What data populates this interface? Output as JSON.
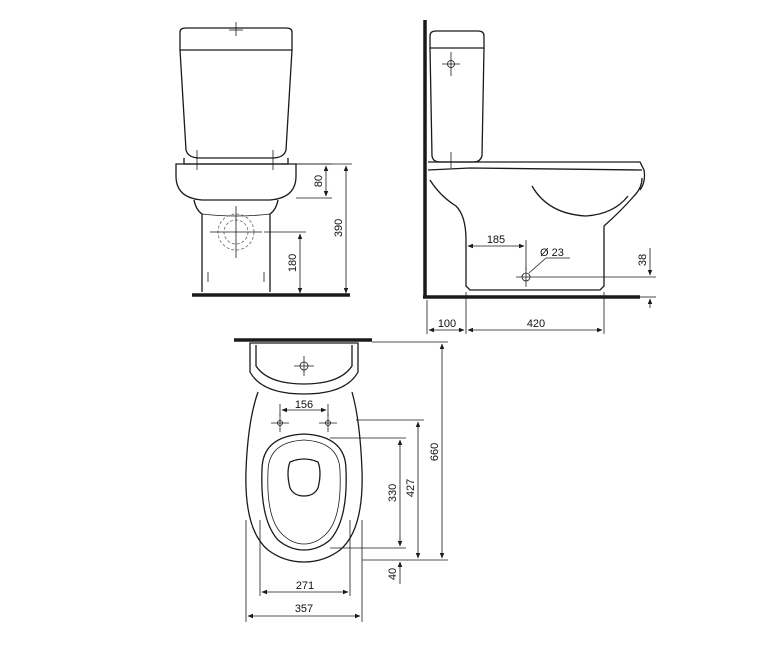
{
  "drawing": {
    "front_view": {
      "dims": {
        "d80": "80",
        "d390": "390",
        "d180": "180"
      }
    },
    "side_view": {
      "dims": {
        "d185": "185",
        "d23": "Ø 23",
        "d38": "38",
        "d100": "100",
        "d420": "420"
      }
    },
    "top_view": {
      "dims": {
        "d156": "156",
        "d660": "660",
        "d330": "330",
        "d427": "427",
        "d40": "40",
        "d271": "271",
        "d357": "357"
      }
    }
  }
}
